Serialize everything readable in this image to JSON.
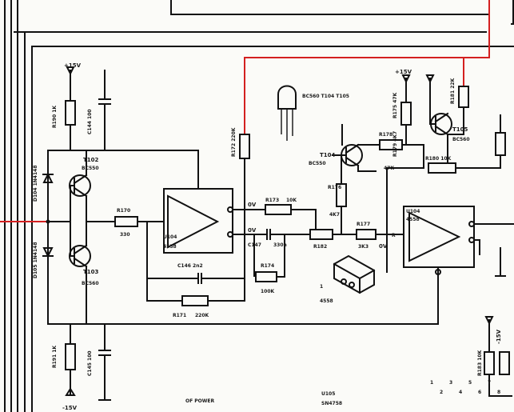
{
  "labels": {
    "t1": "+15V",
    "t2": "-15V",
    "t3": "+15V",
    "t4": "-15V",
    "r_top_left": "R190 1K",
    "c_top_left": "C144 100",
    "d_upper": "D104 1N4148",
    "t102": "T102",
    "t102_type": "BC550",
    "t103": "T103",
    "t103_type": "BC560",
    "d_lower": "D105 1N4148",
    "r_bot_left": "R191 1K",
    "c_bot_left": "C145 100",
    "r170": "R170",
    "r170_val": "330",
    "u_left": "U104",
    "u_left_type": "4558",
    "c146": "C146 2n2",
    "r171": "R171",
    "r171_val": "220K",
    "r172": "R172 220K",
    "r173": "R173",
    "r173_val": "10K",
    "c147": "C147",
    "c147_val": "330n",
    "r174": "R174",
    "r174_val": "100K",
    "node_0v_1": "0V",
    "node_0v_2": "0V",
    "node_0v_3": "0V",
    "t104_group": "BC560 T104 T105",
    "t104": "T104",
    "t104_type": "BC550",
    "r176": "R176",
    "r176_val": "4K7",
    "r178": "R178",
    "r178_val": "47K",
    "r175": "R175 47K",
    "r179": "R179 4K7",
    "t105": "T105",
    "t105_type": "BC560",
    "r180": "R180 10K",
    "r181": "R181 22K",
    "r182": "R182",
    "r183": "R183 10K",
    "r177": "R177",
    "r177_val": "3K3",
    "r_mid": "R",
    "u_right": "U104",
    "u_right_type": "4558",
    "chip_ref": "1",
    "chip_type": "4558",
    "bottom_a": "OF POWER",
    "bottom_b": "U105",
    "bottom_c": "SN4758",
    "pin1": "1",
    "pin2": "2",
    "pin3": "3",
    "pin4": "4",
    "pin5": "5",
    "pin6": "6",
    "pin7": "7",
    "pin8": "8"
  }
}
